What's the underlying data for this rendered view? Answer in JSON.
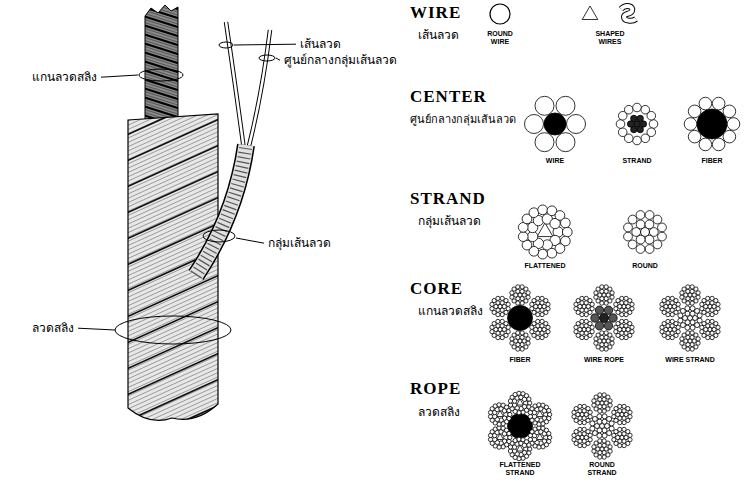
{
  "diagram": {
    "labels": [
      "เส้นลวด",
      "แกนลวดสลิง",
      "ศูนย์กลางกลุ่มเส้นลวด",
      "กลุ่มเส้นลวด",
      "ลวดสลิง",
      "WIRE",
      "เส้นลวด",
      "ROUND WIRE",
      "SHAPED WIRES",
      "CENTER",
      "ศูนย์กลางกลุ่มเส้นลวด",
      "WIRE",
      "STRAND",
      "FIBER",
      "STRAND",
      "กลุ่มเส้นลวด",
      "FLATTENED",
      "ROUND",
      "CORE",
      "แกนลวดสลิง",
      "FIBER",
      "WIRE ROPE",
      "WIRE STRAND",
      "ROPE",
      "ลวดสลิง",
      "FLATTENED STRAND",
      "ROUND STRAND"
    ]
  }
}
